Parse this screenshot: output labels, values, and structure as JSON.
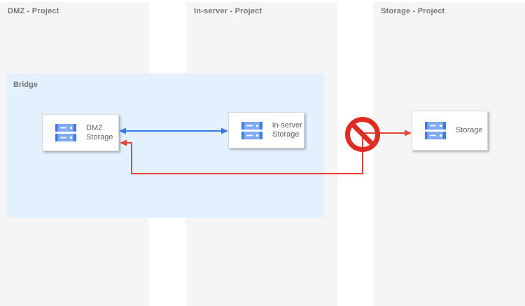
{
  "columns": [
    {
      "label": "DMZ - Project"
    },
    {
      "label": "In-server - Project"
    },
    {
      "label": "Storage - Project"
    }
  ],
  "bridge": {
    "label": "Bridge"
  },
  "nodes": [
    {
      "name": "dmz-storage",
      "line1": "DMZ",
      "line2": "Storage"
    },
    {
      "name": "in-server-storage",
      "line1": "in-server",
      "line2": "Storage"
    },
    {
      "name": "storage",
      "label": "Storage"
    }
  ],
  "connections": [
    {
      "from": "dmz-storage",
      "to": "in-server-storage",
      "type": "bidirectional",
      "status": "allowed",
      "color": "#3b78e8"
    },
    {
      "from": "dmz-storage",
      "to": "storage",
      "type": "bidirectional",
      "status": "blocked",
      "color": "#e8443a"
    }
  ],
  "colors": {
    "column_bg": "#f5f5f5",
    "bridge_bg": "#e3f0fd",
    "allowed_arrow": "#3b78e8",
    "blocked_arrow": "#e8443a",
    "prohibition_sign": "#e02b22",
    "header_text": "#777777",
    "node_text": "#5f6368",
    "storage_icon_light": "#7caaf7",
    "storage_icon_dark": "#4079e0"
  }
}
